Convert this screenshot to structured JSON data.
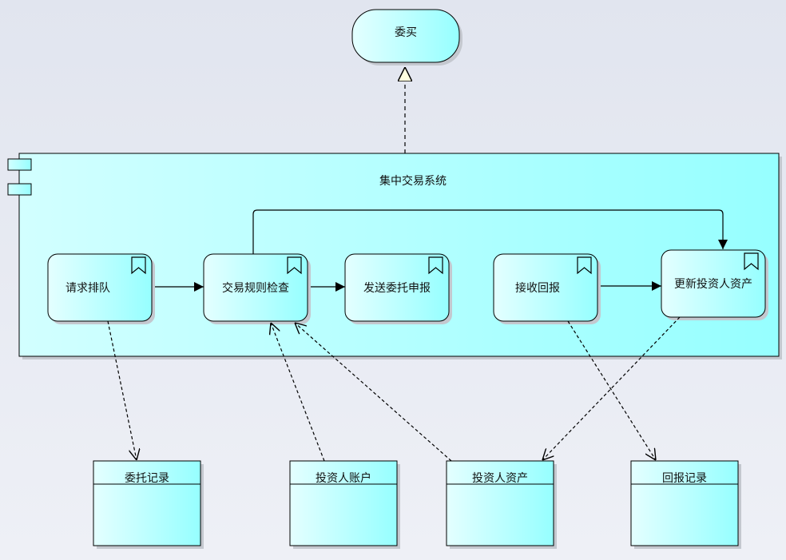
{
  "top_node": {
    "label": "委买"
  },
  "component": {
    "label": "集中交易系统"
  },
  "activities": [
    {
      "id": "queue",
      "label": "请求排队"
    },
    {
      "id": "check",
      "label": "交易规则检查"
    },
    {
      "id": "send",
      "label": "发送委托申报"
    },
    {
      "id": "receive",
      "label": "接收回报"
    },
    {
      "id": "update",
      "label": "更新投资人资产"
    }
  ],
  "data_objects": [
    {
      "id": "order-record",
      "label": "委托记录"
    },
    {
      "id": "investor-account",
      "label": "投资人账户"
    },
    {
      "id": "investor-asset",
      "label": "投资人资产"
    },
    {
      "id": "report-record",
      "label": "回报记录"
    }
  ]
}
